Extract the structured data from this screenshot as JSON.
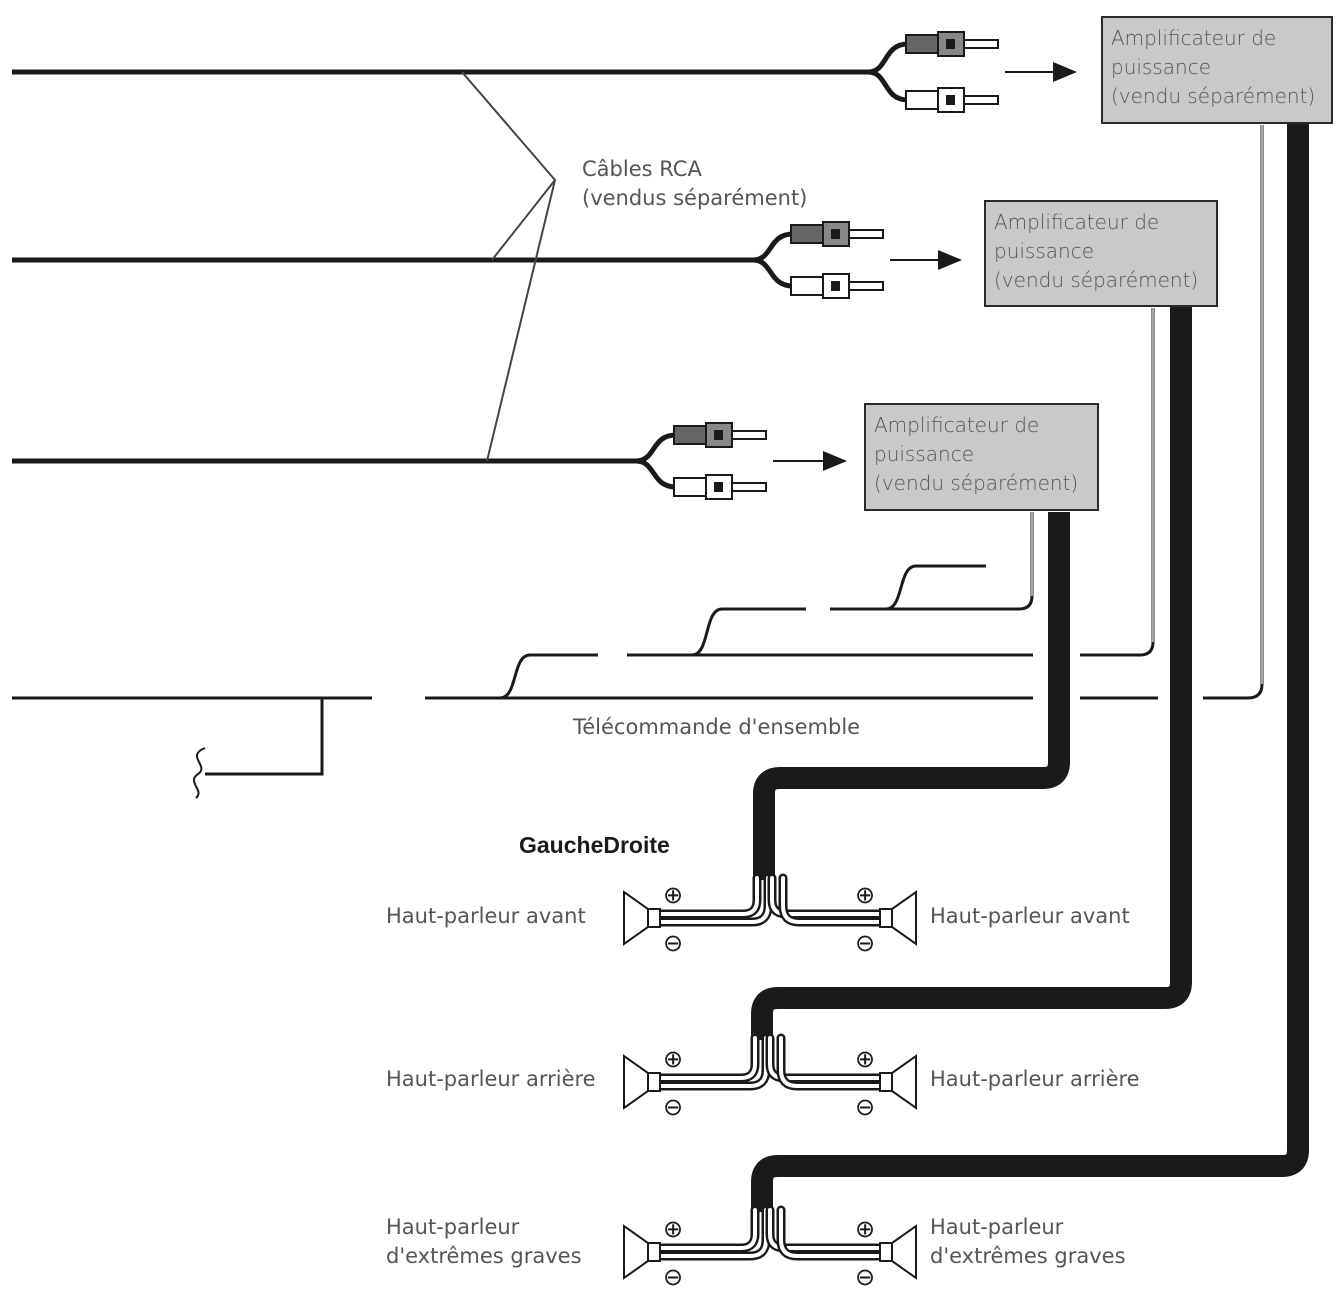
{
  "amplifier_label": [
    "Amplificateur de",
    "puissance",
    "(vendu séparément)"
  ],
  "rca_label": [
    "Câbles RCA",
    "(vendus séparément)"
  ],
  "remote_label": "Télécommande d'ensemble",
  "left_right_label": "GaucheDroite",
  "speakers": {
    "front": [
      "Haut-parleur avant"
    ],
    "rear": [
      "Haut-parleur arrière"
    ],
    "subwoofer": [
      "Haut-parleur",
      "d'extrêmes graves"
    ]
  },
  "terminals": {
    "plus": "⊕",
    "minus": "⊖"
  },
  "colors": {
    "amp_fill": "#c9c9c9",
    "line": "#1a1a1a",
    "text": "#555555"
  }
}
